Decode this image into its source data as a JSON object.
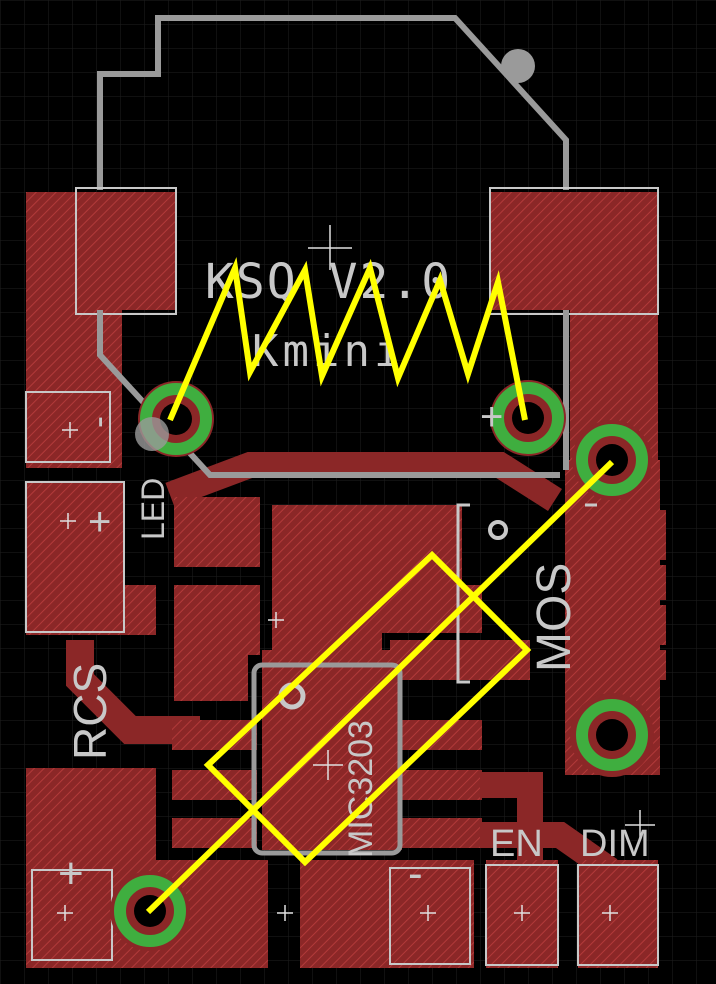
{
  "board": {
    "title": "KSQ V2.0",
    "subtitle": "Kmini",
    "labels": {
      "led": "LED",
      "mos": "MOS",
      "rcs": "RCS",
      "ic": "MIC3203",
      "en": "EN",
      "dim": "DIM",
      "plus_top": "+",
      "minus_top": "-",
      "plus_left": "+",
      "plus_bottom": "+",
      "minus_bottom": "-"
    }
  },
  "colors": {
    "background": "#000000",
    "copper": "#8b2727",
    "copper_hatch": "#b23a3a",
    "silkscreen": "#c8c8c8",
    "via_ring": "#3fae3f",
    "annotation": "#ffff00",
    "grid": "#1f1f1f"
  }
}
